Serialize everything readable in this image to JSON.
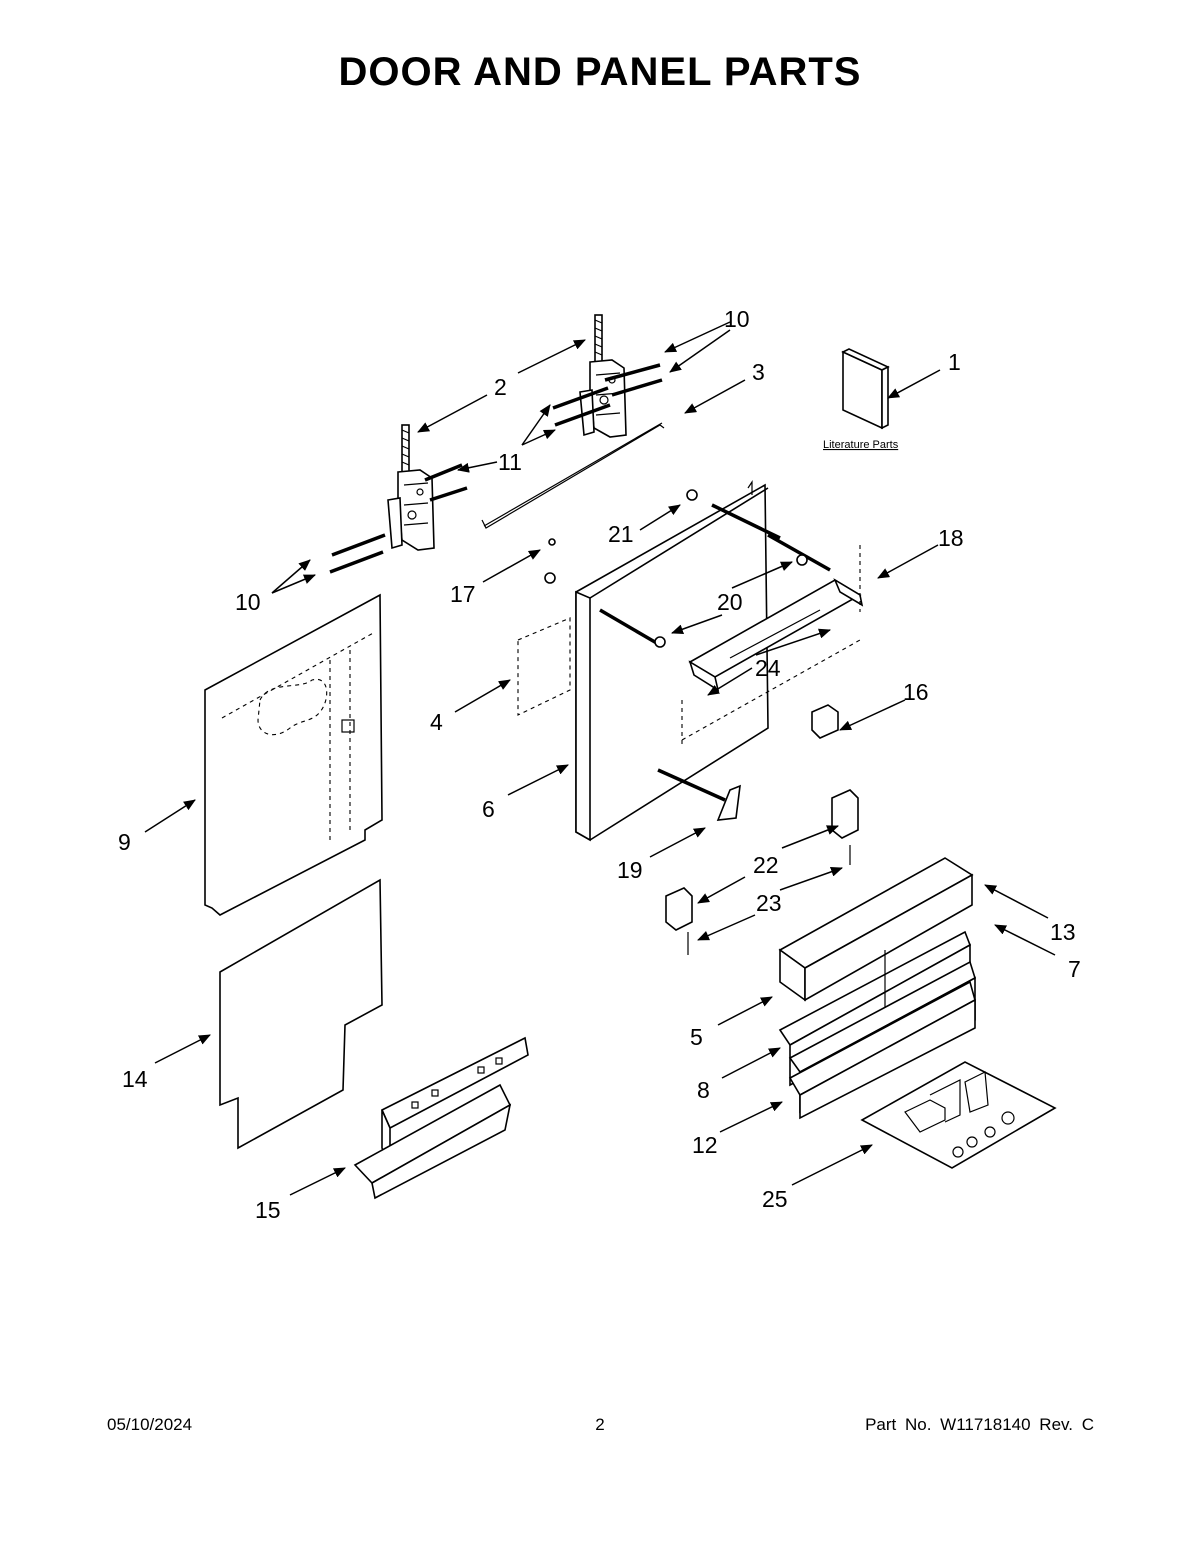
{
  "title": "DOOR AND PANEL PARTS",
  "literature_label": "Literature Parts",
  "callouts": {
    "c1": "1",
    "c2": "2",
    "c3": "3",
    "c4": "4",
    "c5": "5",
    "c6": "6",
    "c7": "7",
    "c8": "8",
    "c9": "9",
    "c10a": "10",
    "c10b": "10",
    "c11": "11",
    "c12": "12",
    "c13": "13",
    "c14": "14",
    "c15": "15",
    "c16": "16",
    "c17": "17",
    "c18": "18",
    "c19": "19",
    "c20": "20",
    "c21": "21",
    "c22": "22",
    "c23": "23",
    "c24": "24",
    "c25": "25"
  },
  "footer": {
    "date": "05/10/2024",
    "page": "2",
    "part": "Part No.  W11718140  Rev.  C"
  }
}
